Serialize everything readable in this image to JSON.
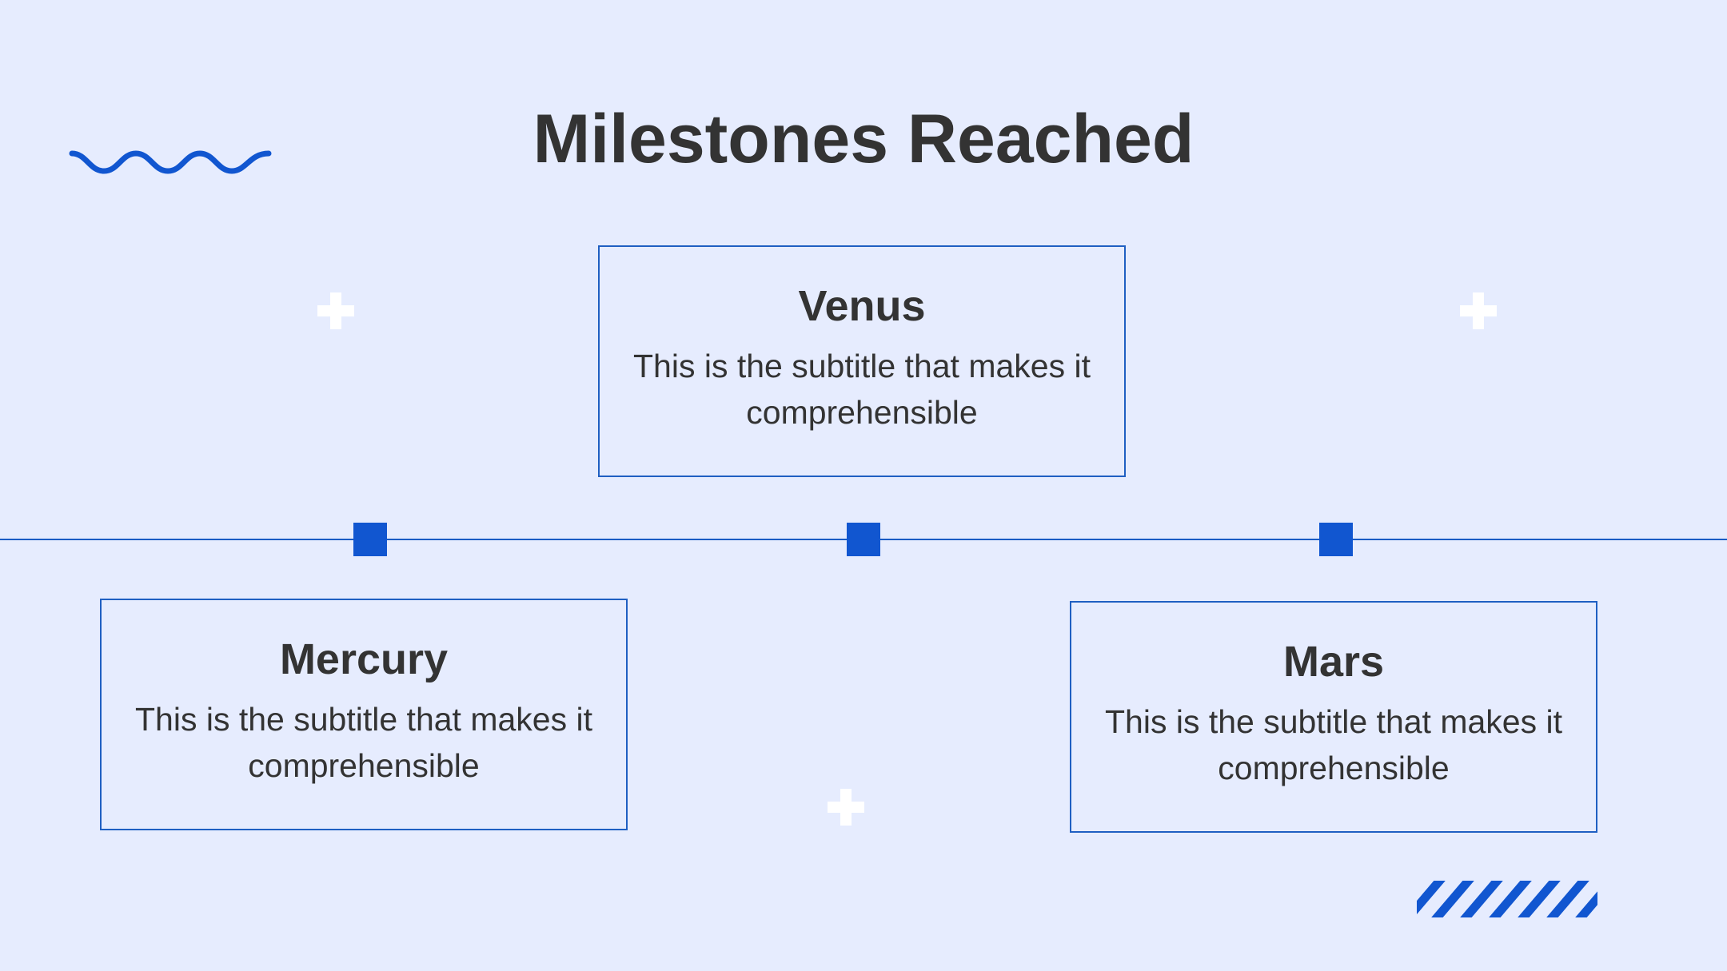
{
  "slide": {
    "title": "Milestones Reached"
  },
  "milestones": [
    {
      "name": "Venus",
      "subtitle": "This is the subtitle that makes it comprehensible"
    },
    {
      "name": "Mercury",
      "subtitle": "This is the subtitle that makes it comprehensible"
    },
    {
      "name": "Mars",
      "subtitle": "This is the subtitle that makes it comprehensible"
    }
  ],
  "decorations": {
    "wave": "wave-icon",
    "plus": "plus-icon",
    "stripes": "stripes-icon",
    "marker": "square-marker-icon"
  },
  "colors": {
    "background": "#e6ecfe",
    "accent": "#1156d0",
    "text": "#333333"
  }
}
